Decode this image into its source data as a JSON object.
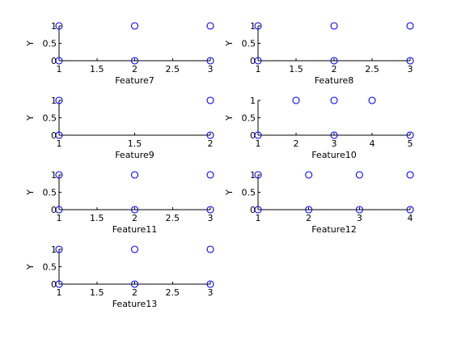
{
  "chart_data": [
    {
      "type": "scatter",
      "xlabel": "Feature7",
      "ylabel": "Y",
      "xlim": [
        1,
        3
      ],
      "ylim": [
        0,
        1
      ],
      "xticks": [
        "1",
        "1.5",
        "2",
        "2.5",
        "3"
      ],
      "yticks": [
        "0",
        "0.5",
        "1"
      ],
      "x": [
        1,
        2,
        3,
        1,
        2,
        3
      ],
      "y": [
        1,
        1,
        1,
        0,
        0,
        0
      ]
    },
    {
      "type": "scatter",
      "xlabel": "Feature8",
      "ylabel": "Y",
      "xlim": [
        1,
        3
      ],
      "ylim": [
        0,
        1
      ],
      "xticks": [
        "1",
        "1.5",
        "2",
        "2.5",
        "3"
      ],
      "yticks": [
        "0",
        "0.5",
        "1"
      ],
      "x": [
        1,
        2,
        3,
        1,
        2,
        3
      ],
      "y": [
        1,
        1,
        1,
        0,
        0,
        0
      ]
    },
    {
      "type": "scatter",
      "xlabel": "Feature9",
      "ylabel": "Y",
      "xlim": [
        1,
        2
      ],
      "ylim": [
        0,
        1
      ],
      "xticks": [
        "1",
        "1.5",
        "2"
      ],
      "yticks": [
        "0",
        "0.5",
        "1"
      ],
      "x": [
        1,
        2,
        1,
        2
      ],
      "y": [
        1,
        1,
        0,
        0
      ]
    },
    {
      "type": "scatter",
      "xlabel": "Feature10",
      "ylabel": "Y",
      "xlim": [
        1,
        5
      ],
      "ylim": [
        0,
        1
      ],
      "xticks": [
        "1",
        "2",
        "3",
        "4",
        "5"
      ],
      "yticks": [
        "0",
        "0.5",
        "1"
      ],
      "x": [
        2,
        3,
        4,
        1,
        3,
        5
      ],
      "y": [
        1,
        1,
        1,
        0,
        0,
        0
      ]
    },
    {
      "type": "scatter",
      "xlabel": "Feature11",
      "ylabel": "Y",
      "xlim": [
        1,
        3
      ],
      "ylim": [
        0,
        1
      ],
      "xticks": [
        "1",
        "1.5",
        "2",
        "2.5",
        "3"
      ],
      "yticks": [
        "0",
        "0.5",
        "1"
      ],
      "x": [
        1,
        2,
        3,
        1,
        2,
        3
      ],
      "y": [
        1,
        1,
        1,
        0,
        0,
        0
      ]
    },
    {
      "type": "scatter",
      "xlabel": "Feature12",
      "ylabel": "Y",
      "xlim": [
        1,
        4
      ],
      "ylim": [
        0,
        1
      ],
      "xticks": [
        "1",
        "2",
        "3",
        "4"
      ],
      "yticks": [
        "0",
        "0.5",
        "1"
      ],
      "x": [
        1,
        2,
        3,
        4,
        1,
        2,
        3,
        4
      ],
      "y": [
        1,
        1,
        1,
        1,
        0,
        0,
        0,
        0
      ]
    },
    {
      "type": "scatter",
      "xlabel": "Feature13",
      "ylabel": "Y",
      "xlim": [
        1,
        3
      ],
      "ylim": [
        0,
        1
      ],
      "xticks": [
        "1",
        "1.5",
        "2",
        "2.5",
        "3"
      ],
      "yticks": [
        "0",
        "0.5",
        "1"
      ],
      "x": [
        1,
        2,
        3,
        1,
        2,
        3
      ],
      "y": [
        1,
        1,
        1,
        0,
        0,
        0
      ]
    }
  ],
  "colors": {
    "marker": "#0000ff",
    "axis": "#000000",
    "background": "#ffffff"
  },
  "marker_style": "open-circle"
}
